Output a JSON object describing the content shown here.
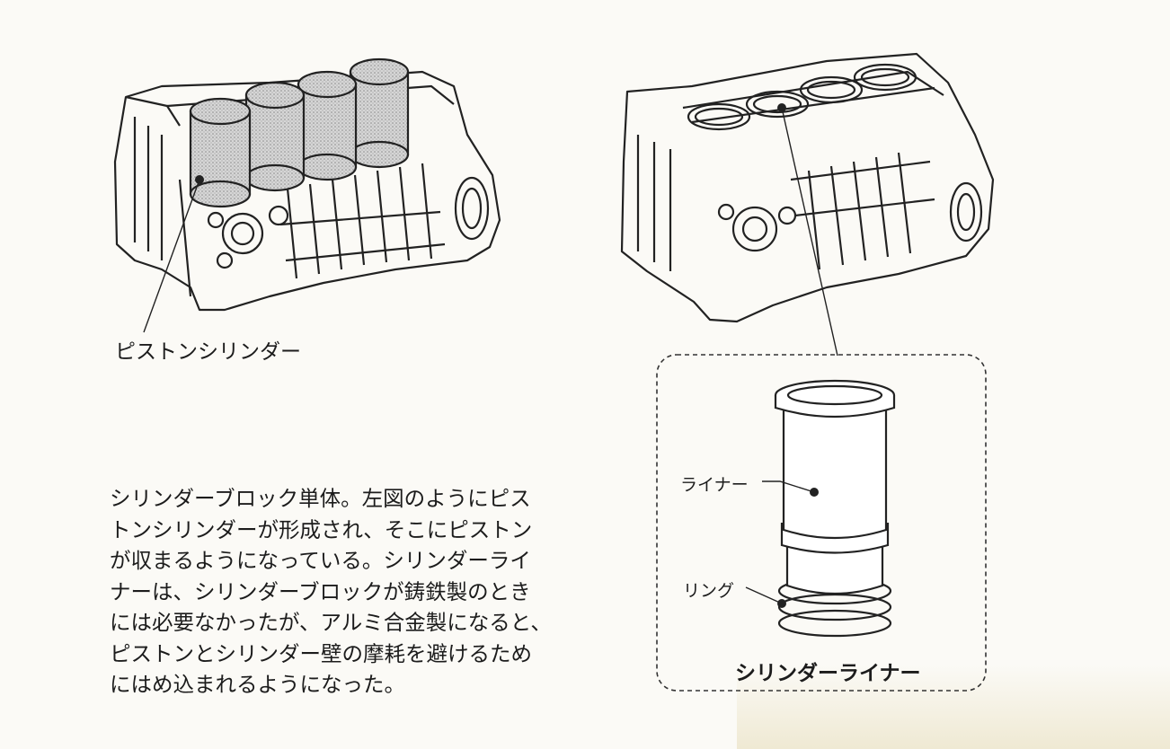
{
  "figures": {
    "left": {
      "label": "ピストンシリンダー"
    },
    "right": {
      "liner_label": "ライナー",
      "ring_label": "リング",
      "caption_title": "シリンダーライナー"
    }
  },
  "body_text": {
    "lines": [
      "シリンダーブロック単体。左図のようにピス",
      "トンシリンダーが形成され、そこにピストン",
      "が収まるようになっている。シリンダーライ",
      "ナーは、シリンダーブロックが鋳鉄製のとき",
      "には必要なかったが、アルミ合金製になると、",
      "ピストンとシリンダー壁の摩耗を避けるため",
      "にはめ込まれるようになった。"
    ]
  }
}
